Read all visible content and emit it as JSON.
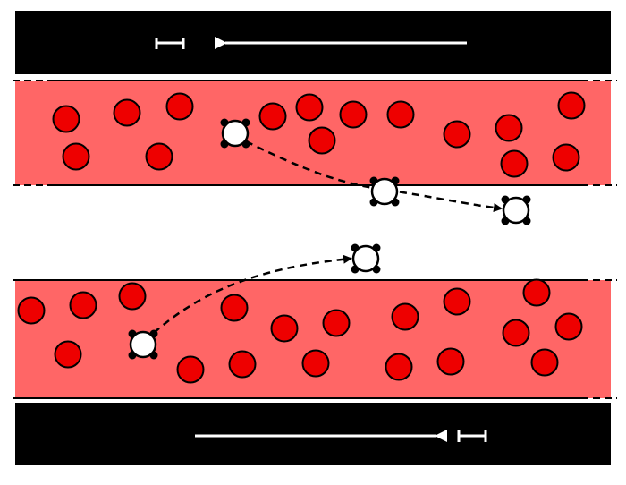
{
  "colors": {
    "wall": "#000000",
    "channel_fill": "#ff6666",
    "red_cell": "#ee0000",
    "white_cell": "#ffffff",
    "arrow": "#ffffff"
  },
  "flow": {
    "top_direction": "left",
    "bottom_direction": "right"
  },
  "icons": {
    "scale_bar": "scale-bar-icon",
    "flow_arrow": "flow-arrow-icon",
    "trajectory": "dashed-trajectory-arrow"
  }
}
